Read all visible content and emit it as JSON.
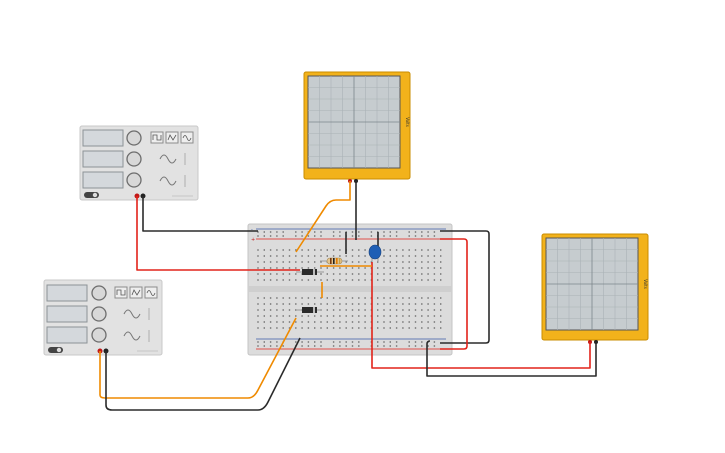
{
  "colors": {
    "background": "#ffffff",
    "generator_body": "#e2e2e2",
    "generator_screen": "#d4d8dc",
    "scope_frame": "#f2b21b",
    "scope_screen": "#c6cccf",
    "breadboard": "#dcdcdc",
    "wire_red": "#e2231a",
    "wire_black": "#2b2b2b",
    "wire_orange": "#ef8a00",
    "capacitor": "#1f5fb5"
  },
  "components": {
    "generators": [
      {
        "id": "gen1",
        "waveform_icons": [
          "square-wave-icon",
          "triangle-wave-icon",
          "sine-wave-icon"
        ]
      },
      {
        "id": "gen2",
        "waveform_icons": [
          "square-wave-icon",
          "triangle-wave-icon",
          "sine-wave-icon"
        ]
      }
    ],
    "oscilloscopes": [
      {
        "id": "scope1",
        "side_label": "Volts"
      },
      {
        "id": "scope2",
        "side_label": "Volts"
      }
    ],
    "breadboard": {
      "rail_signs": [
        "+",
        "-"
      ]
    },
    "parts": [
      "resistor",
      "capacitor",
      "diode-1",
      "diode-2"
    ]
  }
}
